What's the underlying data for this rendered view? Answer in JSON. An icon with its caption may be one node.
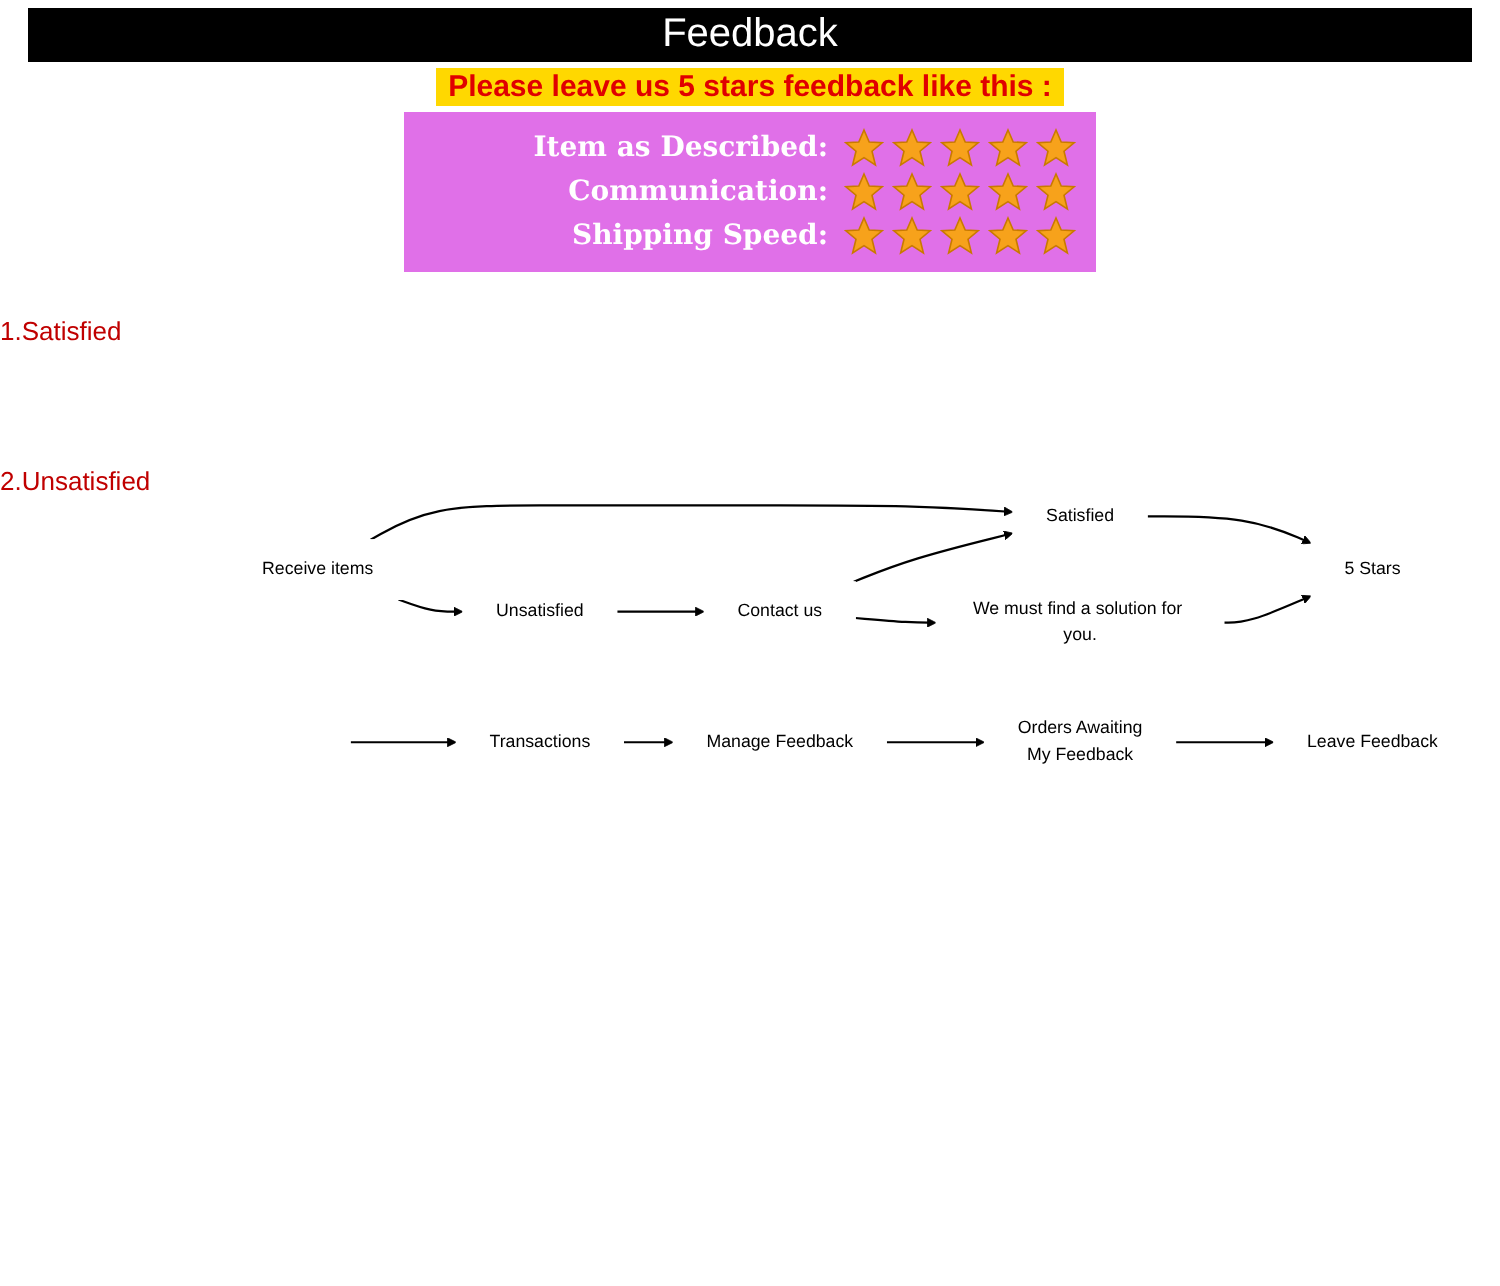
{
  "diagram": {
    "title": "Feedback",
    "nodes": [
      {
        "text": [
          "Transactions"
        ]
      },
      {
        "text": [
          "Manage Feedback"
        ]
      },
      {
        "text": [
          "Orders Awaiting",
          "My Feedback"
        ]
      },
      {
        "text": [
          "Leave Feedback"
        ]
      },
      {
        "text": [
          "Receive items"
        ]
      },
      {
        "text": [
          "Satisfied"
        ]
      },
      {
        "text": [
          "5 Stars"
        ]
      },
      {
        "text": [
          "Unsatisfied"
        ]
      },
      {
        "text": [
          "Contact us"
        ]
      },
      {
        "text": [
          "We must find a solution for you."
        ]
      }
    ],
    "edges": [
      {
        "from": null,
        "to": 0,
        "arrow": "to"
      },
      {
        "from": 0,
        "to": 1,
        "arrow": "to"
      },
      {
        "from": 1,
        "to": 2,
        "arrow": "to"
      },
      {
        "from": 2,
        "to": 3,
        "arrow": "to"
      },
      {
        "from": 4,
        "to": 5,
        "arrow": "to"
      },
      {
        "from": 5,
        "to": 6,
        "arrow": "to"
      },
      {
        "from": 4,
        "to": 7,
        "arrow": "to"
      },
      {
        "from": 7,
        "to": 8,
        "arrow": "to"
      },
      {
        "from": 8,
        "to": 9,
        "arrow": "to"
      },
      {
        "from": 8,
        "to": 5,
        "arrow": "to"
      },
      {
        "from": 9,
        "to": 6,
        "arrow": "to"
      }
    ],
    "labels": [
      "Please leave us 5 stars feedback like this :",
      "Item as Described:",
      "Communication:",
      "Shipping Speed:",
      "1.Satisfied",
      "2.Unsatisfied"
    ]
  }
}
